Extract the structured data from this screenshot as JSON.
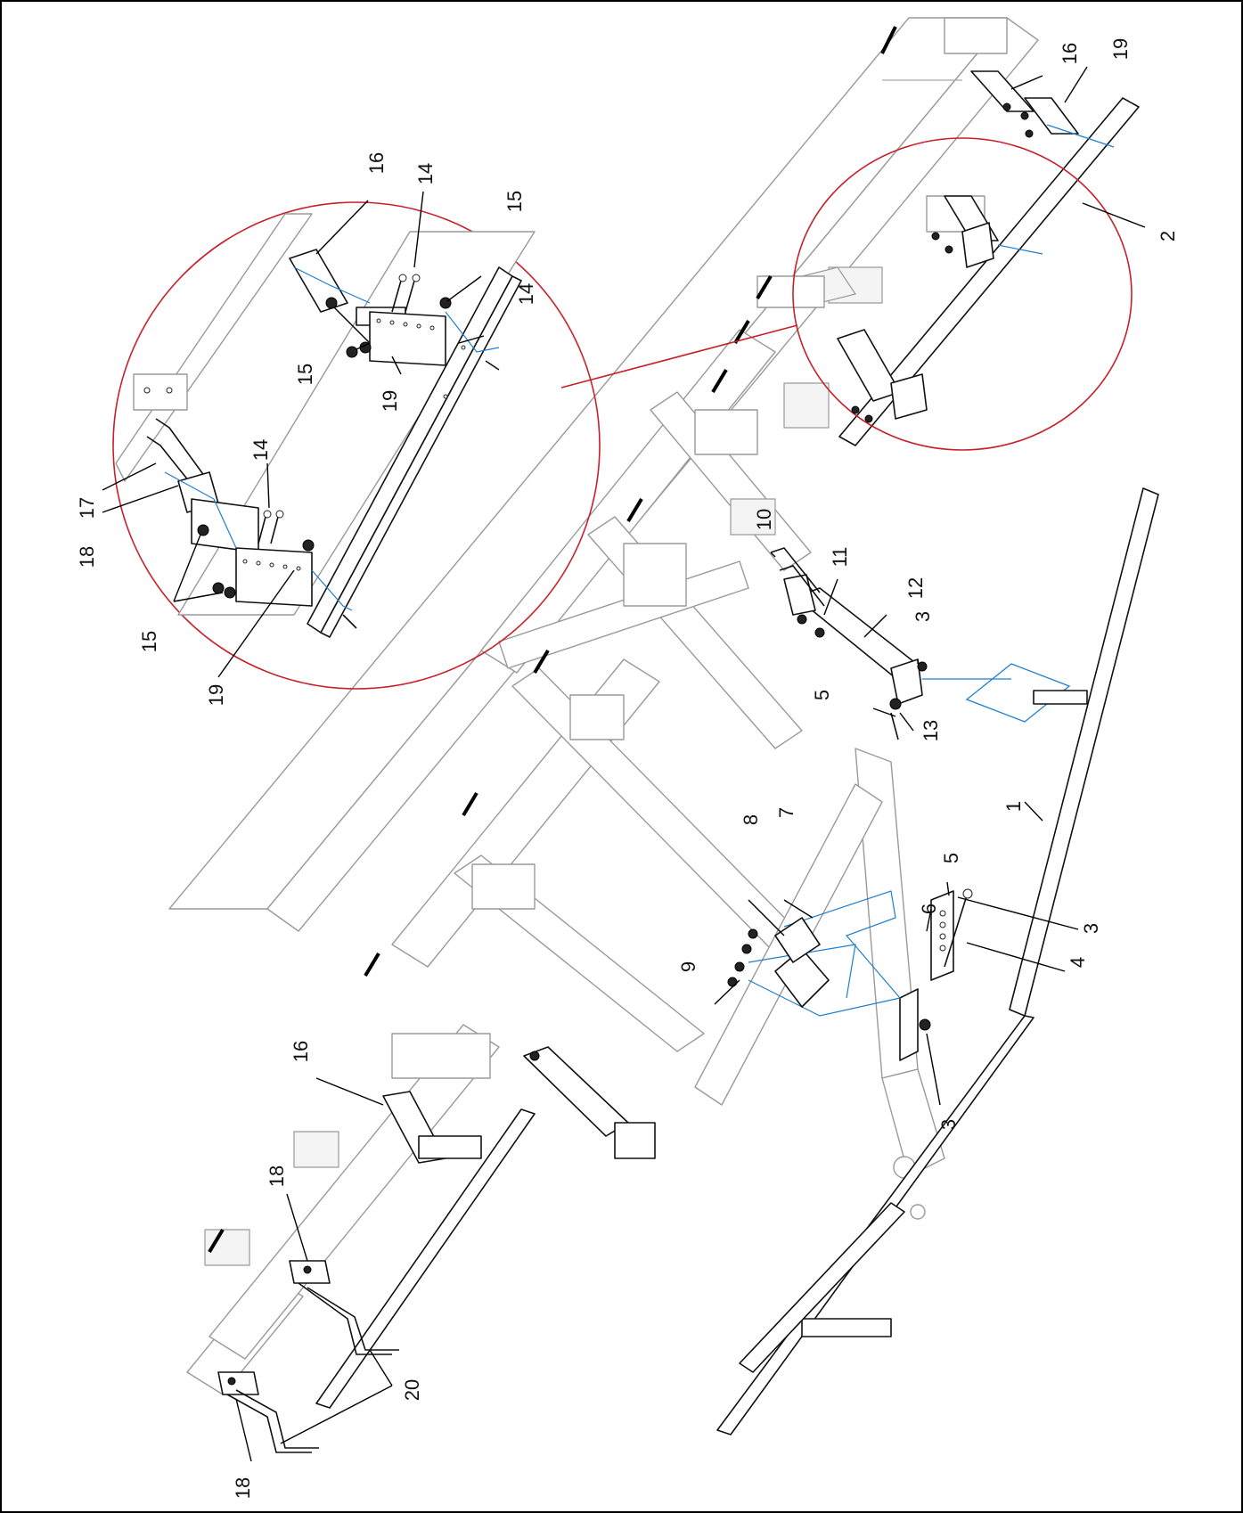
{
  "callouts": {
    "c1": "1",
    "c2": "2",
    "c3a": "3",
    "c3b": "3",
    "c3c": "3",
    "c4": "4",
    "c5a": "5",
    "c5b": "5",
    "c6": "6",
    "c7": "7",
    "c8": "8",
    "c9": "9",
    "c10": "10",
    "c11": "11",
    "c12": "12",
    "c13": "13",
    "c14a": "14",
    "c14b": "14",
    "c14c": "14",
    "c15a": "15",
    "c15b": "15",
    "c15c": "15",
    "c16a": "16",
    "c16b": "16",
    "c16c": "16",
    "c17": "17",
    "c18a": "18",
    "c18b": "18",
    "c18c": "18",
    "c19a": "19",
    "c19b": "19",
    "c19c": "19",
    "c20": "20"
  },
  "colors": {
    "ghost_frame": "#9a9a9a",
    "part": "#111111",
    "hardware_path": "#1e7fd0",
    "detail_circle": "#c8202a"
  }
}
